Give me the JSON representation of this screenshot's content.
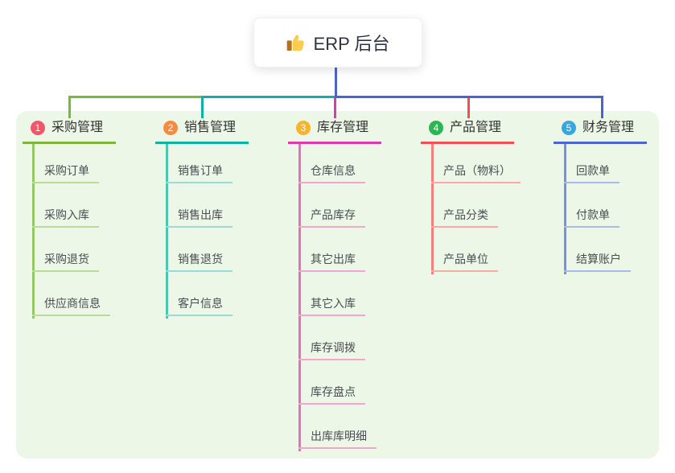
{
  "root": {
    "label": "ERP 后台",
    "icon": "thumbs-up"
  },
  "colors": {
    "panel_bg": "#edf7e7",
    "root_line": "#4964cd",
    "branch_lines": [
      "#7cb63d",
      "#0fb2a2",
      "#dc3caa",
      "#f05052",
      "#4867d2"
    ],
    "bullets": [
      "#f2566a",
      "#f68b3d",
      "#f6b42f",
      "#2cb553",
      "#39a6dc"
    ]
  },
  "branches": [
    {
      "num": "1",
      "label": "采购管理",
      "children": [
        "采购订单",
        "采购入库",
        "采购退货",
        "供应商信息"
      ]
    },
    {
      "num": "2",
      "label": "销售管理",
      "children": [
        "销售订单",
        "销售出库",
        "销售退货",
        "客户信息"
      ]
    },
    {
      "num": "3",
      "label": "库存管理",
      "children": [
        "仓库信息",
        "产品库存",
        "其它出库",
        "其它入库",
        "库存调拨",
        "库存盘点",
        "出库库明细"
      ]
    },
    {
      "num": "4",
      "label": "产品管理",
      "children": [
        "产品（物料）",
        "产品分类",
        "产品单位"
      ]
    },
    {
      "num": "5",
      "label": "财务管理",
      "children": [
        "回款单",
        "付款单",
        "结算账户"
      ]
    }
  ]
}
